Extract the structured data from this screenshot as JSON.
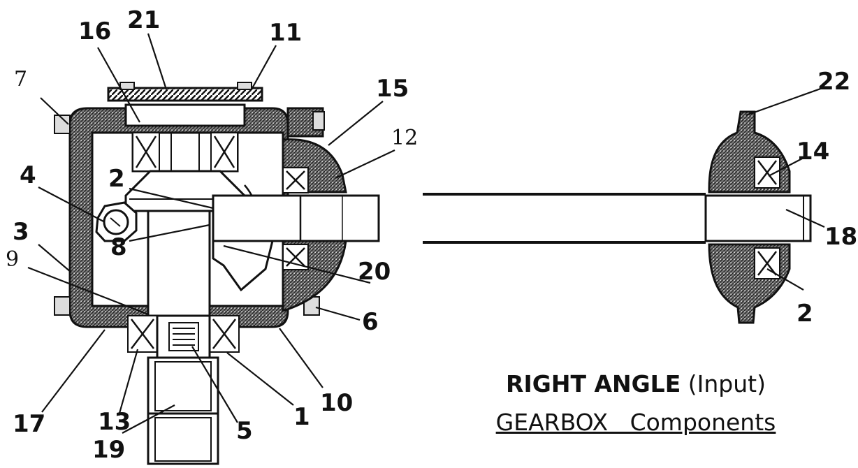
{
  "title": {
    "bold": "RIGHT ANGLE",
    "regular": " (Input)",
    "line2": "GEARBOX   Components"
  },
  "labels": {
    "l1": "1",
    "l2a": "2",
    "l2b": "2",
    "l3": "3",
    "l4": "4",
    "l5": "5",
    "l6": "6",
    "l7": "7",
    "l8": "8",
    "l9": "9",
    "l10": "10",
    "l11": "11",
    "l12": "12",
    "l13": "13",
    "l14": "14",
    "l15": "15",
    "l16": "16",
    "l17": "17",
    "l18": "18",
    "l19": "19",
    "l20": "20",
    "l21": "21",
    "l22": "22"
  },
  "colors": {
    "ink": "#111111",
    "paper": "#ffffff"
  }
}
